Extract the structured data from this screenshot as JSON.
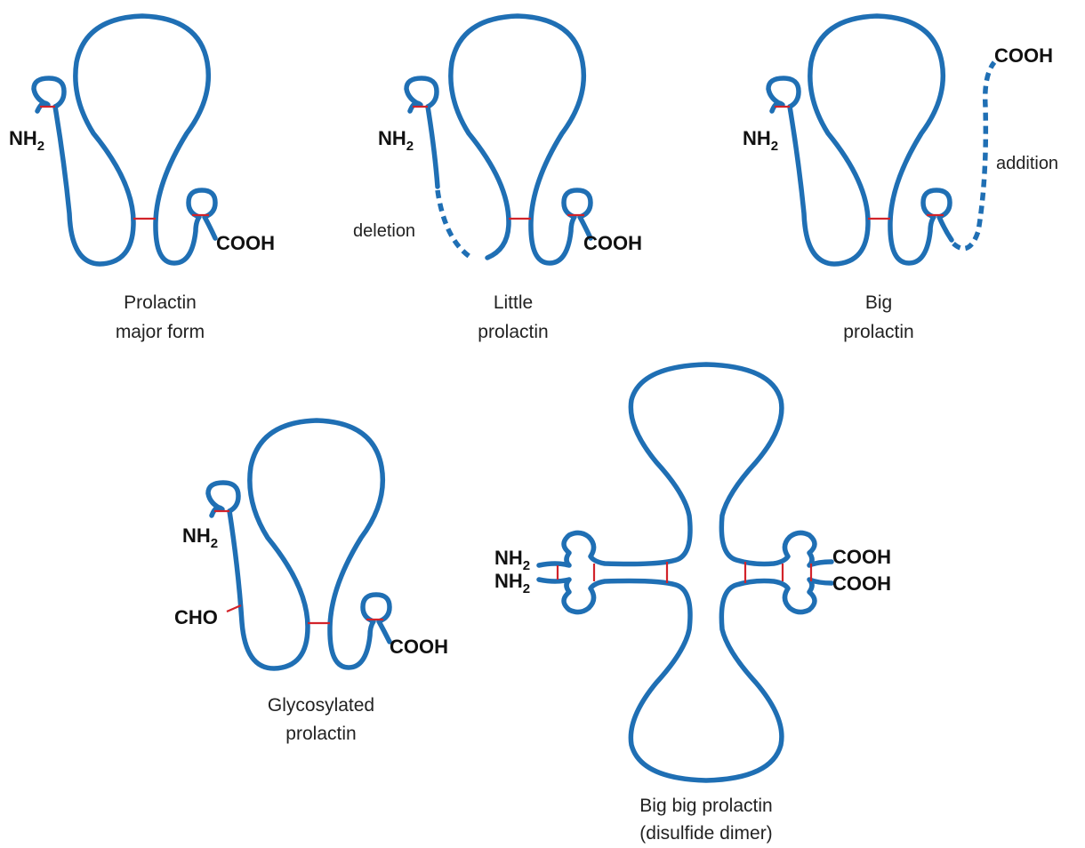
{
  "diagram": {
    "colors": {
      "strand": "#1f6fb4",
      "disulfide_bond": "#d2232a",
      "text": "#222222"
    },
    "labels": {
      "nh2_main": "NH",
      "nh2_sub": "2",
      "cooh": "COOH",
      "cho": "CHO",
      "deletion": "deletion",
      "addition": "addition"
    },
    "captions": {
      "major_line1": "Prolactin",
      "major_line2": "major form",
      "little_line1": "Little",
      "little_line2": "prolactin",
      "big_line1": "Big",
      "big_line2": "prolactin",
      "glyco_line1": "Glycosylated",
      "glyco_line2": "prolactin",
      "bigbig_line1": "Big big prolactin",
      "bigbig_line2": "(disulfide dimer)"
    }
  }
}
